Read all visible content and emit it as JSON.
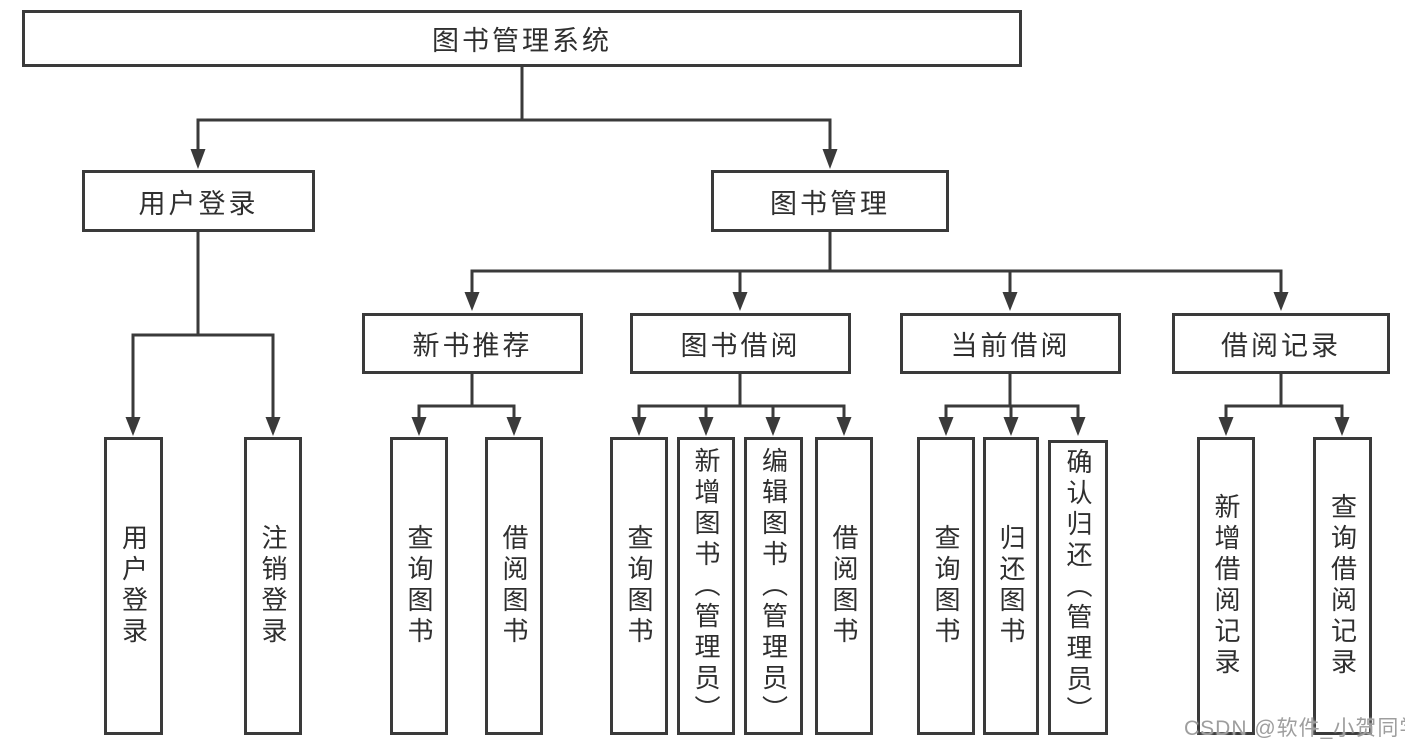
{
  "watermark": {
    "text": "CSDN @软件_小贺同学"
  },
  "colors": {
    "line": "#3a3a3a",
    "text": "#2f2f2f",
    "background": "#ffffff",
    "watermark": "#9e9e9e"
  },
  "nodes": {
    "root": {
      "label": "图书管理系统"
    },
    "user_login_module": {
      "label": "用户登录"
    },
    "book_management": {
      "label": "图书管理"
    },
    "new_book_recommend": {
      "label": "新书推荐"
    },
    "book_borrow": {
      "label": "图书借阅"
    },
    "current_borrow": {
      "label": "当前借阅"
    },
    "borrow_records": {
      "label": "借阅记录"
    },
    "login": {
      "label": "用户登录"
    },
    "logout": {
      "label": "注销登录"
    },
    "rec_query_books": {
      "label": "查询图书"
    },
    "rec_borrow_books": {
      "label": "借阅图书"
    },
    "bb_query_books": {
      "label": "查询图书"
    },
    "bb_add_books": {
      "label": "新增图书（管理员）"
    },
    "bb_edit_books": {
      "label": "编辑图书（管理员）"
    },
    "bb_borrow_books": {
      "label": "借阅图书"
    },
    "cb_query_books": {
      "label": "查询图书"
    },
    "cb_return_books": {
      "label": "归还图书"
    },
    "cb_confirm_return": {
      "label": "确认归还（管理员）"
    },
    "br_add_record": {
      "label": "新增借阅记录"
    },
    "br_query_record": {
      "label": "查询借阅记录"
    }
  }
}
